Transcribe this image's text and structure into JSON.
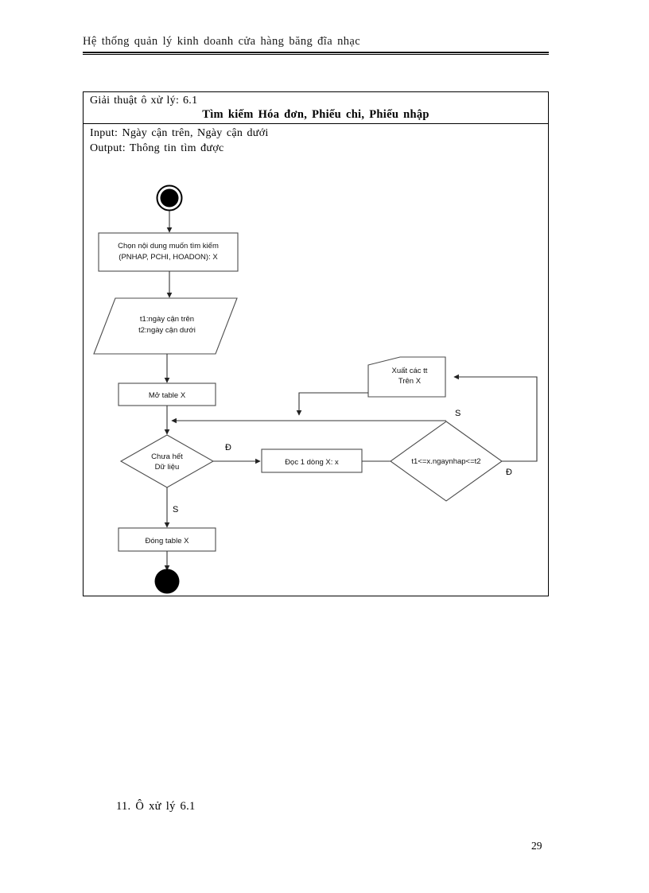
{
  "document": {
    "running_header": "Hệ thống  quản lý kinh  doanh cửa hàng  băng  đĩa nhạc",
    "caption": "11. Ô xử lý 6.1",
    "page_number": "29"
  },
  "algorithm_box": {
    "title": "Giải  thuật  ô xử lý:  6.1",
    "subtitle": "Tìm  kiếm Hóa đơn, Phiếu  chi, Phiếu  nhập",
    "input_line": "Input:  Ngày  cận trên,  Ngày  cận dưới",
    "output_line": "Output:  Thông  tin tìm  được"
  },
  "flowchart": {
    "type": "flowchart",
    "nodes": [
      {
        "id": "start",
        "shape": "start-circle",
        "label": ""
      },
      {
        "id": "choose",
        "shape": "process",
        "label_line1": "Chọn nội dung muốn tìm kiếm",
        "label_line2": "(PNHAP, PCHI, HOADON): X"
      },
      {
        "id": "input-dates",
        "shape": "parallelogram",
        "label_line1": "t1:ngày cận trên",
        "label_line2": "t2:ngày cận dưới"
      },
      {
        "id": "open-table",
        "shape": "process",
        "label": "Mở table X"
      },
      {
        "id": "check-data",
        "shape": "decision",
        "label_line1": "Chưa hết",
        "label_line2": "Dữ liệu"
      },
      {
        "id": "read-row",
        "shape": "process",
        "label": "Đọc 1 dòng X: x"
      },
      {
        "id": "check-date",
        "shape": "decision",
        "label": "t1<=x.ngaynhap<=t2"
      },
      {
        "id": "output-info",
        "shape": "display",
        "label_line1": "Xuất các tt",
        "label_line2": "Trên X"
      },
      {
        "id": "close-table",
        "shape": "process",
        "label": "Đóng table X"
      },
      {
        "id": "end",
        "shape": "end-circle",
        "label": ""
      }
    ],
    "branch_labels": {
      "check_data_true": "Đ",
      "check_data_false": "S",
      "check_date_false": "S",
      "check_date_true": "Đ"
    }
  }
}
